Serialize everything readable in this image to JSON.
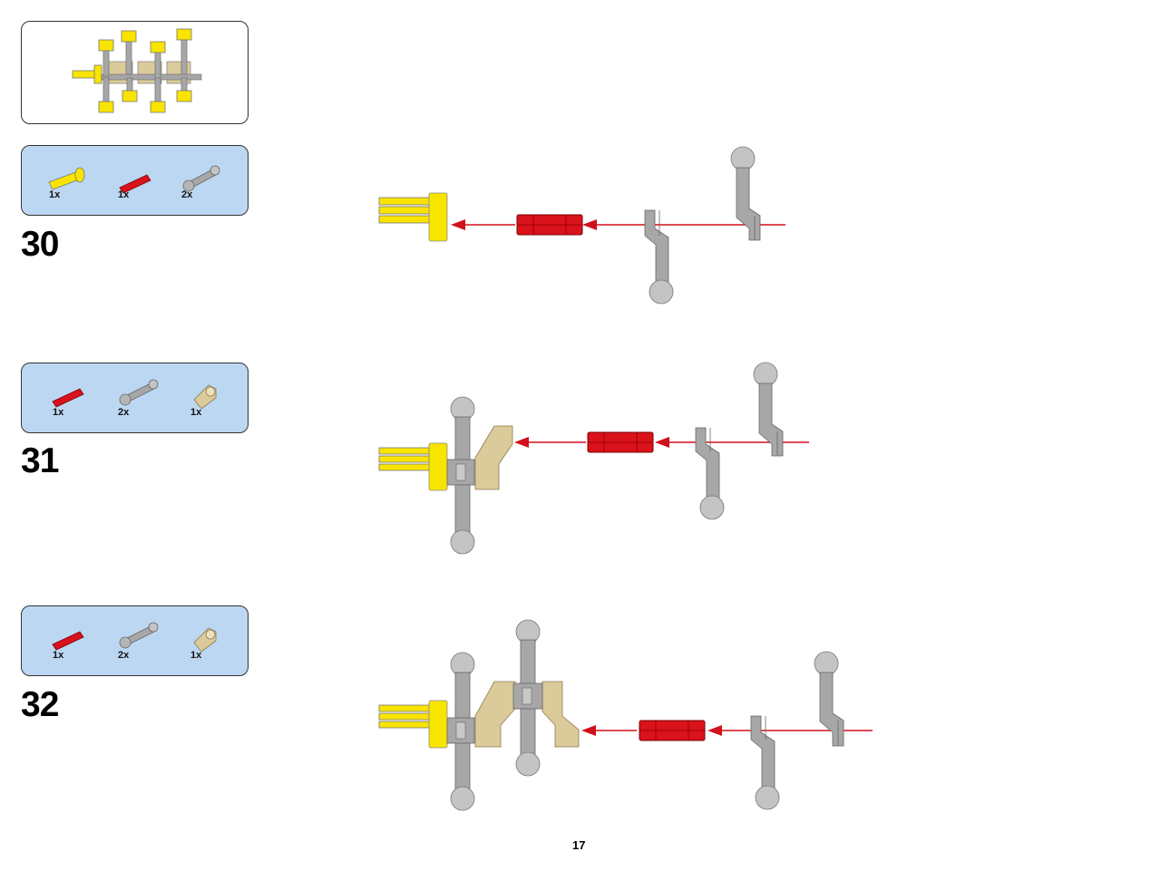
{
  "page": {
    "number": "17"
  },
  "steps": [
    {
      "number": "30",
      "parts": [
        {
          "name": "yellow-axle-pin",
          "qty": "1x"
        },
        {
          "name": "red-axle",
          "qty": "1x"
        },
        {
          "name": "gray-crank-arm",
          "qty": "2x"
        }
      ]
    },
    {
      "number": "31",
      "parts": [
        {
          "name": "red-axle",
          "qty": "1x"
        },
        {
          "name": "gray-crank-arm",
          "qty": "2x"
        },
        {
          "name": "tan-connector",
          "qty": "1x"
        }
      ]
    },
    {
      "number": "32",
      "parts": [
        {
          "name": "red-axle",
          "qty": "1x"
        },
        {
          "name": "gray-crank-arm",
          "qty": "2x"
        },
        {
          "name": "tan-connector",
          "qty": "1x"
        }
      ]
    }
  ],
  "colors": {
    "yellow": "#f9e400",
    "red": "#d9121b",
    "gray": "#a7a7a7",
    "tan": "#dccb9a",
    "arrow": "#d0101c",
    "parts_bg": "#bcd7f2"
  }
}
